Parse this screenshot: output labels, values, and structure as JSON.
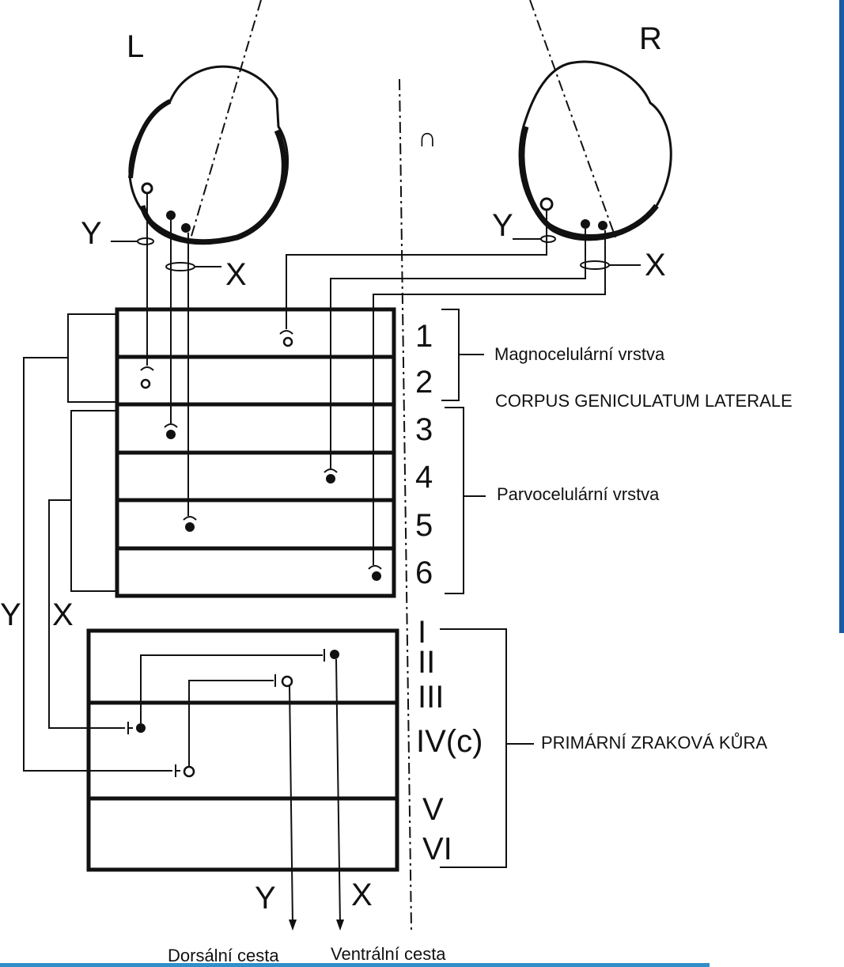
{
  "eyes": {
    "left_label": "L",
    "right_label": "R",
    "left_y": "Y",
    "left_x": "X",
    "right_y": "Y",
    "right_x": "X"
  },
  "lgn": {
    "layers": [
      "1",
      "2",
      "3",
      "4",
      "5",
      "6"
    ],
    "magno_label": "Magnocelulární vrstva",
    "title": "CORPUS GENICULATUM LATERALE",
    "parvo_label": "Parvocelulární vrstva",
    "side_y": "Y",
    "side_x": "X"
  },
  "cortex": {
    "layers": [
      "I",
      "II",
      "III",
      "IV(c)",
      "V",
      "VI"
    ],
    "title": "PRIMÁRNÍ ZRAKOVÁ KŮRA",
    "out_y": "Y",
    "out_x": "X"
  },
  "pathways": {
    "dorsal": "Dorsální cesta",
    "ventral": "Ventrální cesta"
  },
  "midline_mark": "∩",
  "colors": {
    "ink": "#111111",
    "edge_blue": "#1a5aa8",
    "bottom_bar": "#2f8fc9"
  }
}
